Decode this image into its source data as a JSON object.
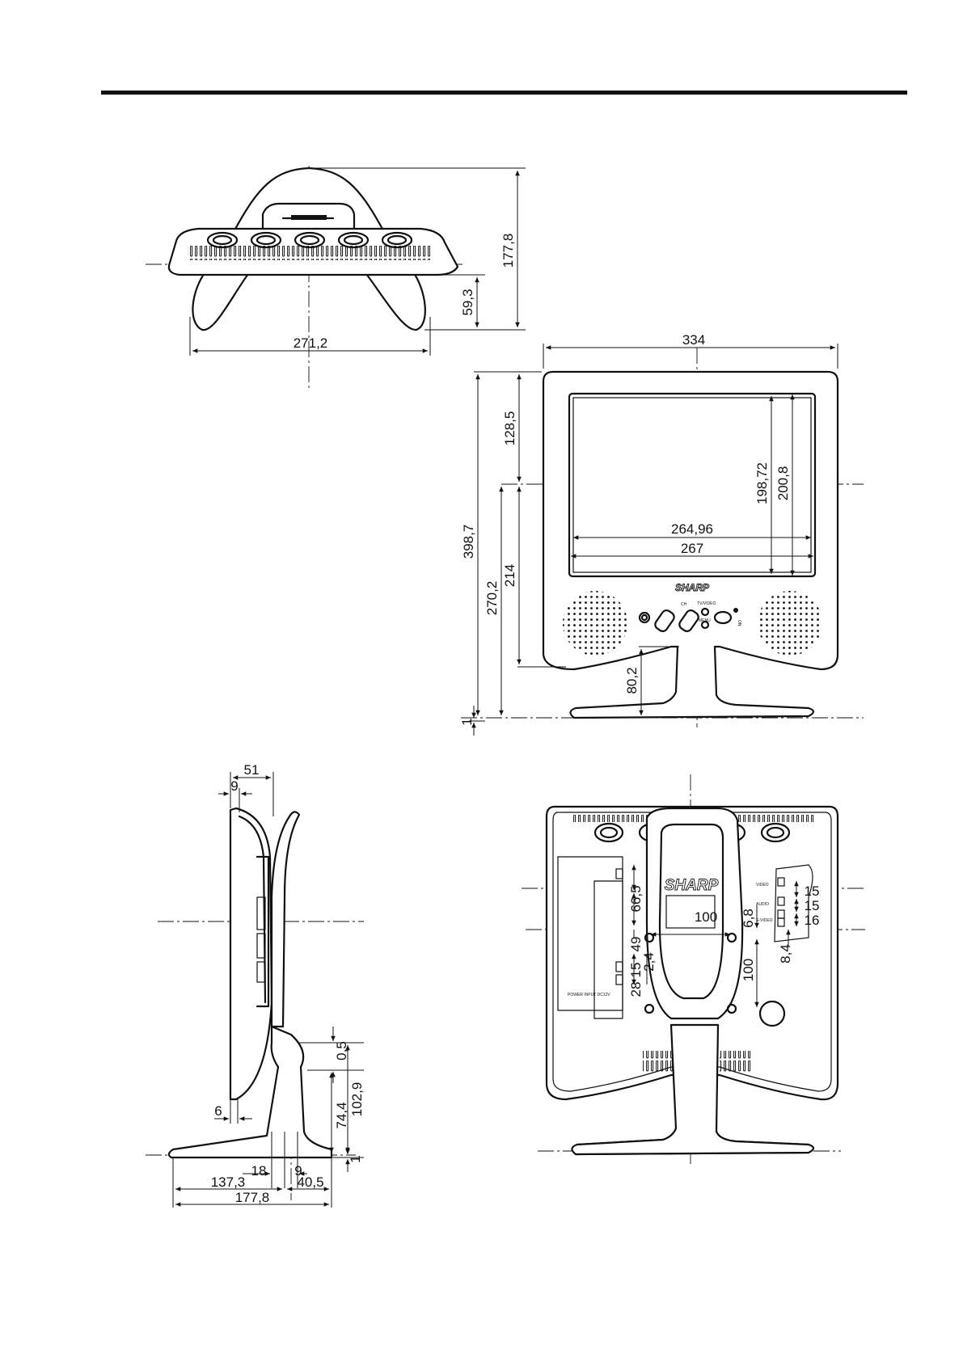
{
  "brand": "SHARP",
  "views": {
    "top": {
      "d_depth": "177,8",
      "d_stand": "59,3",
      "d_width": "271,2"
    },
    "front": {
      "d_width": "334",
      "d_height": "398,7",
      "d_top": "128,5",
      "d_center": "270,2",
      "d_lower": "214",
      "d_neck": "80,2",
      "d_base": "1",
      "d_screen_h1": "198,72",
      "d_screen_h2": "200,8",
      "d_screen_w1": "264,96",
      "d_screen_w2": "267",
      "ctrl_tvvideo": "TV/VIDEO",
      "ctrl_menu": "MENU",
      "ctrl_ch": "CH",
      "ctrl_on": "ON"
    },
    "side": {
      "d_depth_top": "51",
      "d_bezel": "9",
      "d_gap": "0,5",
      "d_neck_h": "74,4",
      "d_stand_h": "102,9",
      "d_foot": "1",
      "d_back": "6",
      "d_x1": "18",
      "d_x2": "9",
      "d_x3": "137,3",
      "d_x4": "40,5",
      "d_total": "177,8"
    },
    "rear": {
      "d_665": "66,5",
      "d_49": "49",
      "d_24": "2,4",
      "d_15a": "15",
      "d_28": "28",
      "d_100h": "100",
      "d_100v": "100",
      "d_68": "6,8",
      "d_84": "8,4",
      "d_15b": "15",
      "d_15c": "15",
      "d_16": "16",
      "lbl_power": "POWER INPUT DC12V",
      "lbl_video": "VIDEO",
      "lbl_audio": "AUDIO",
      "lbl_svideo": "S-VIDEO"
    }
  }
}
